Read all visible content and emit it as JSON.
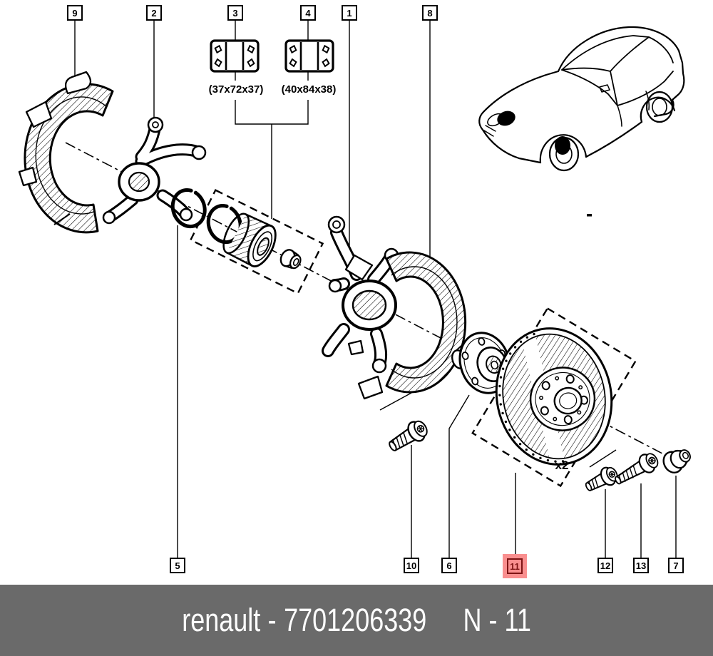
{
  "diagram": {
    "callouts_top": [
      {
        "label": "9"
      },
      {
        "label": "2"
      },
      {
        "label": "3"
      },
      {
        "label": "4"
      },
      {
        "label": "1"
      },
      {
        "label": "8"
      }
    ],
    "callouts_bottom": [
      {
        "label": "5"
      },
      {
        "label": "10"
      },
      {
        "label": "6"
      },
      {
        "label": "11",
        "highlighted": true
      },
      {
        "label": "12"
      },
      {
        "label": "13"
      },
      {
        "label": "7"
      }
    ],
    "bearing_specs": [
      {
        "icon": "bearing-pictogram",
        "size": "(37x72x37)"
      },
      {
        "icon": "bearing-pictogram",
        "size": "(40x84x38)"
      }
    ],
    "quantity_note": "x2"
  },
  "footer": {
    "brand": "renault",
    "separator": "-",
    "part_number": "7701206339",
    "page_ref": "N - 11"
  },
  "colors": {
    "highlight_fill": "#f98f8f",
    "highlight_accent": "#7e1414",
    "footer_bg": "#6a6a6a",
    "footer_text": "#fdfdfd",
    "line_color": "#000000",
    "paper": "#ffffff"
  }
}
